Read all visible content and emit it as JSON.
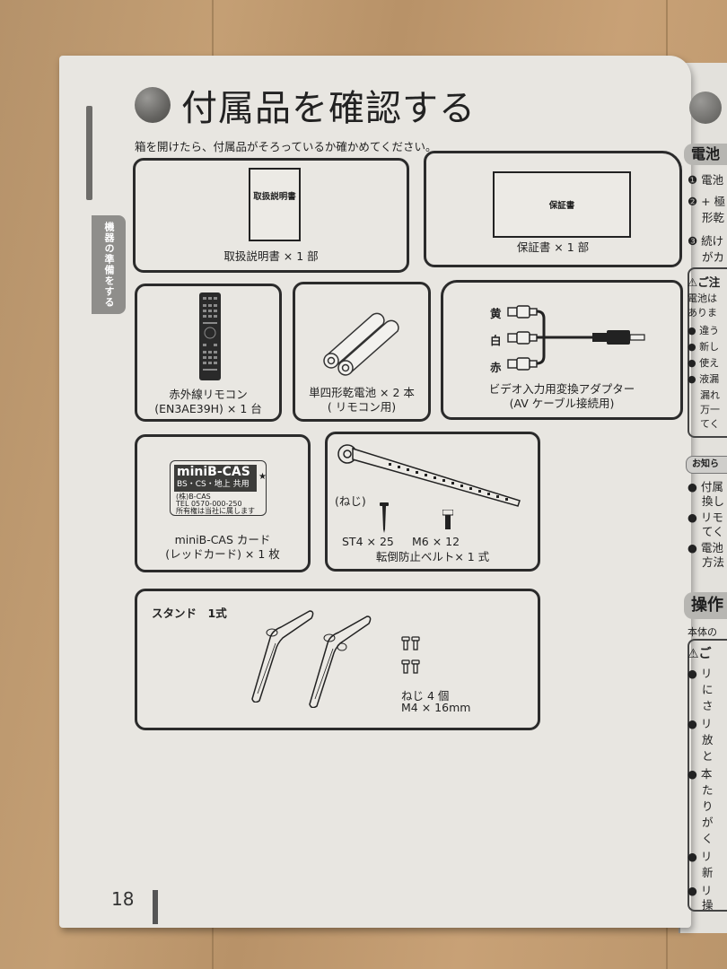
{
  "page": {
    "title": "付属品を確認する",
    "intro": "箱を開けたら、付属品がそろっているか確かめてください。",
    "side_tab": "機器の準備をする",
    "page_number": "18"
  },
  "items": [
    {
      "id": "manual",
      "doc_label": "取扱説明書",
      "caption": "取扱説明書 × 1 部"
    },
    {
      "id": "warranty",
      "doc_label": "保証書",
      "caption": "保証書 × 1 部"
    },
    {
      "id": "remote",
      "caption_line1": "赤外線リモコン",
      "caption_line2": "(EN3AE39H) × 1 台"
    },
    {
      "id": "batteries",
      "caption_line1": "単四形乾電池 × 2 本",
      "caption_line2": "( リモコン用)"
    },
    {
      "id": "av_adapter",
      "plugs": [
        "黄",
        "白",
        "赤"
      ],
      "caption_line1": "ビデオ入力用変換アダプター",
      "caption_line2": "(AV ケーブル接続用)"
    },
    {
      "id": "bcas",
      "card_title": "miniB-CAS",
      "card_sub": "BS・CS・地上 共用",
      "card_line1": "(株)B-CAS",
      "card_line2": "TEL 0570-000-250",
      "card_line3": "所有権は当社に属します",
      "caption_line1": "miniB-CAS カード",
      "caption_line2": "(レッドカード) × 1 枚"
    },
    {
      "id": "belt",
      "screw_label": "(ねじ)",
      "screw1": "ST4 × 25",
      "screw2": "M6 × 12",
      "caption": "転倒防止ベルト× 1 式"
    },
    {
      "id": "stand",
      "heading": "スタンド　1式",
      "screws_line1": "ねじ 4 個",
      "screws_line2": "M4 × 16mm"
    }
  ],
  "right_page": {
    "heading1": "電池",
    "lines": [
      "❶ 電池",
      "❷ + 極",
      "形乾",
      "❸ 続け",
      "がカ"
    ],
    "caution_title": "⚠ご注",
    "caution_lines": [
      "電池は",
      "ありま",
      "● 違う",
      "● 新し",
      "● 使え",
      "● 液漏",
      "漏れ",
      "万一",
      "てく"
    ],
    "notice_label": "お知ら",
    "notice_lines": [
      "● 付属",
      "換し",
      "● リモ",
      "てく",
      "● 電池",
      "方法"
    ],
    "heading2": "操作",
    "body_line": "本体の",
    "caution2_title": "⚠ご",
    "caution2_lines": [
      "● リ",
      "に",
      "さ",
      "● リ",
      "放",
      "と",
      "● 本",
      "た",
      "り",
      "が",
      "く",
      "● リ",
      "新",
      "● リ",
      "操"
    ]
  }
}
